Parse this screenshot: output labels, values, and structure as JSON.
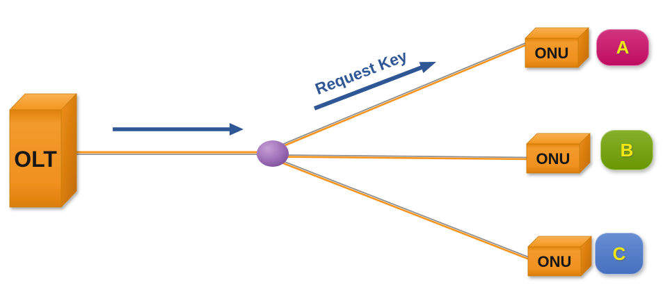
{
  "diagram": {
    "olt_label": "OLT",
    "request_key_label": "Request Key",
    "onus": [
      {
        "label": "ONU",
        "tag": "A"
      },
      {
        "label": "ONU",
        "tag": "B"
      },
      {
        "label": "ONU",
        "tag": "C"
      }
    ],
    "colors": {
      "box_orange": "#F09120",
      "box_orange_light": "#FBB052",
      "box_orange_dark": "#C26A05",
      "arrow_blue": "#2F5796",
      "splitter_purple": "#9C6CB5",
      "fiber_orange": "#F7941E",
      "fiber_gray": "#8F8F8F",
      "tag_a_bg": "#CA0D67",
      "tag_b_bg": "#6FA002",
      "tag_c_bg": "#4A77C9",
      "tag_letter_yellow": "#F1E713"
    }
  }
}
